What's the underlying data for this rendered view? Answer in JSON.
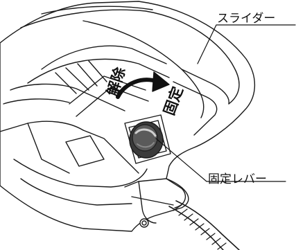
{
  "callouts": {
    "slider": "スライダー",
    "fixing_lever": "固定レバー"
  },
  "device_markings": {
    "release": "解除",
    "fix": "固定"
  },
  "colors": {
    "line": "#1a1a1a",
    "fill": "#ffffff",
    "shade": "#9a9a9a",
    "dark": "#3a3a3a"
  }
}
